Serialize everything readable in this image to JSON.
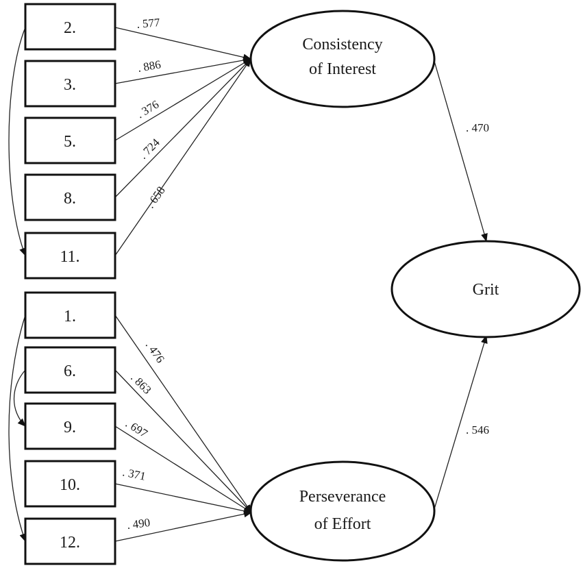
{
  "factors": {
    "consistency": {
      "line1": "Consistency",
      "line2": "of Interest"
    },
    "perseverance": {
      "line1": "Perseverance",
      "line2": "of Effort"
    },
    "grit": {
      "label": "Grit"
    }
  },
  "items_consistency": [
    {
      "label": "2.",
      "loading": ". 577"
    },
    {
      "label": "3.",
      "loading": ". 886"
    },
    {
      "label": "5.",
      "loading": ". 376"
    },
    {
      "label": "8.",
      "loading": ". 724"
    },
    {
      "label": "11.",
      "loading": ". 658"
    }
  ],
  "items_perseverance": [
    {
      "label": "1.",
      "loading": ". 476"
    },
    {
      "label": "6.",
      "loading": ". 863"
    },
    {
      "label": "9.",
      "loading": ". 697"
    },
    {
      "label": "10.",
      "loading": ". 371"
    },
    {
      "label": "12.",
      "loading": ". 490"
    }
  ],
  "paths": {
    "consistency_to_grit": ". 470",
    "perseverance_to_grit": ". 546"
  }
}
